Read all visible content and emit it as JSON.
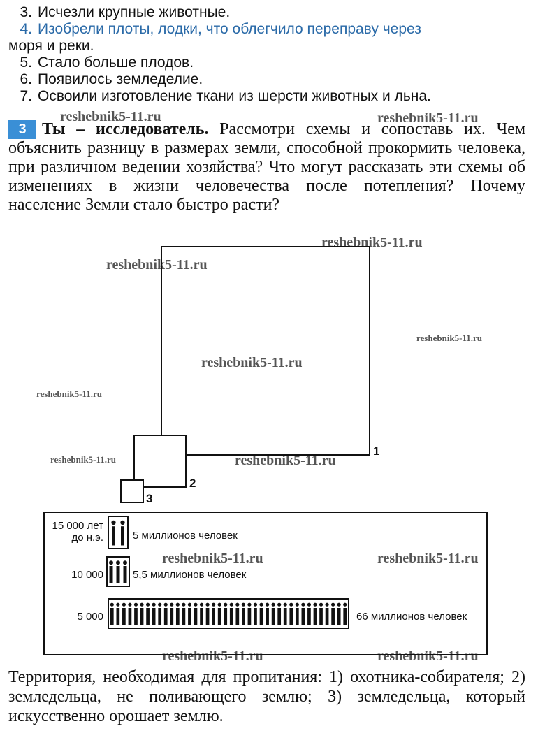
{
  "list": [
    {
      "num": "3.",
      "text": "Исчезли крупные животные.",
      "blue": false
    },
    {
      "num": "4.",
      "text": "Изобрели плоты, лодки, что облегчило переправу через",
      "blue": true
    },
    {
      "num": "",
      "text": "моря и реки.",
      "blue": false
    },
    {
      "num": "5.",
      "text": "Стало больше плодов.",
      "blue": false
    },
    {
      "num": "6.",
      "text": "Появилось земледелие.",
      "blue": false
    },
    {
      "num": "7.",
      "text": "Освоили изготовление ткани из шерсти животных и льна.",
      "blue": false
    }
  ],
  "task": {
    "badge": "3",
    "heading": "Ты – исследователь.",
    "text": "Рассмотри схемы и сопоставь их. Чем объяснить разницу в размерах земли, способной прокормить человека, при различном ведении хозяйства? Что могут рассказать эти схемы об изменениях в жизни человечества после потепления? Почему население Земли стало быстро расти?"
  },
  "watermark": "reshebnik5-11.ru",
  "areas": [
    {
      "label": "1"
    },
    {
      "label": "2"
    },
    {
      "label": "3"
    }
  ],
  "population": [
    {
      "period_line1": "15 000 лет",
      "period_line2": "до н.э.",
      "figures": 2,
      "text": "5 миллионов человек"
    },
    {
      "period_line1": "10 000",
      "period_line2": "",
      "figures": 3,
      "text": "5,5 миллионов человек"
    },
    {
      "period_line1": "5 000",
      "period_line2": "",
      "figures": 40,
      "text": "66 миллионов человек"
    }
  ],
  "caption": "Территория, необходимая для пропитания: 1) охотника-собирателя; 2) земледельца, не поливающего землю; 3) земледельца, который искусственно орошает землю.",
  "colors": {
    "badge": "#3a8fd6",
    "blue_text": "#2a6aa8"
  }
}
